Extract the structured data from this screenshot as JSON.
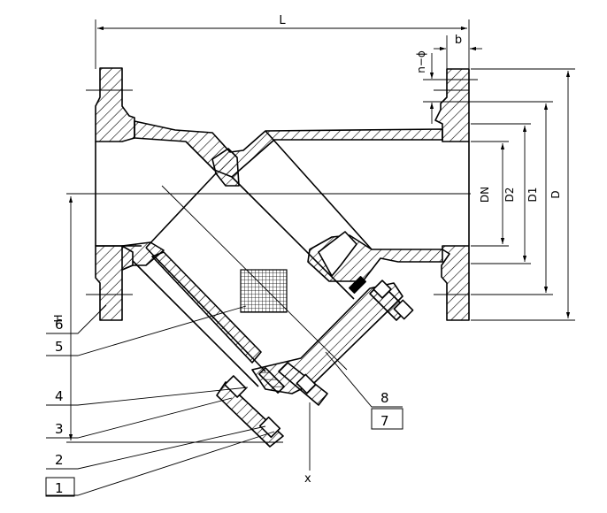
{
  "dimensions": {
    "length": "L",
    "flange_thickness": "b",
    "bolt_holes": "n−ϕ",
    "nominal_diameter": "DN",
    "raised_face_diameter": "D2",
    "bolt_circle_diameter": "D1",
    "flange_outer_diameter": "D",
    "height": "H"
  },
  "part_callouts": {
    "p1": "1",
    "p2": "2",
    "p3": "3",
    "p4": "4",
    "p5": "5",
    "p6": "6",
    "p7": "7",
    "p8": "8",
    "px": "x"
  },
  "colors": {
    "line": "#000000",
    "background": "#ffffff"
  }
}
